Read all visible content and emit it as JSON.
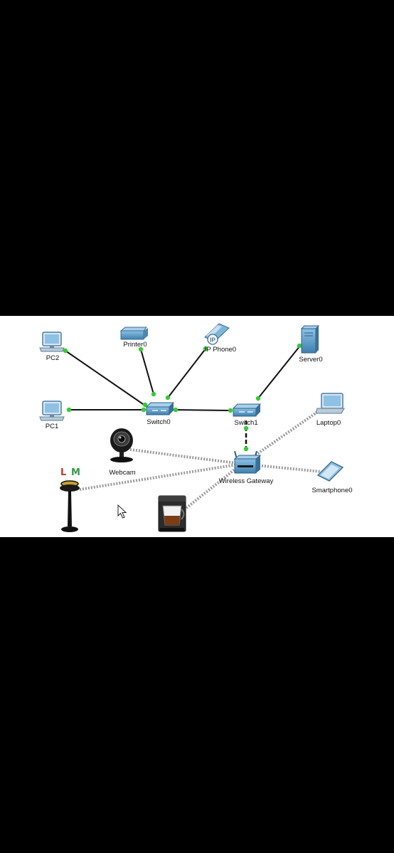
{
  "devices": {
    "pc2": "PC2",
    "pc1": "PC1",
    "printer": "Printer0",
    "ipphone": "IP Phone0",
    "ipphone_badge": "IP",
    "server": "Server0",
    "switch0": "Switch0",
    "switch1": "Switch1",
    "laptop": "Laptop0",
    "webcam": "Webcam",
    "gateway": "Wireless Gateway",
    "smartphone": "Smartphone0"
  },
  "overlay": {
    "letter_l": "L",
    "letter_m": "M"
  },
  "colors": {
    "link_wired": "#111111",
    "link_port_up": "#33cc33",
    "link_wireless": "#9a9a9a",
    "device_blue": "#5a9cc8",
    "letter_l": "#c0392b",
    "letter_m": "#2e9e44"
  }
}
